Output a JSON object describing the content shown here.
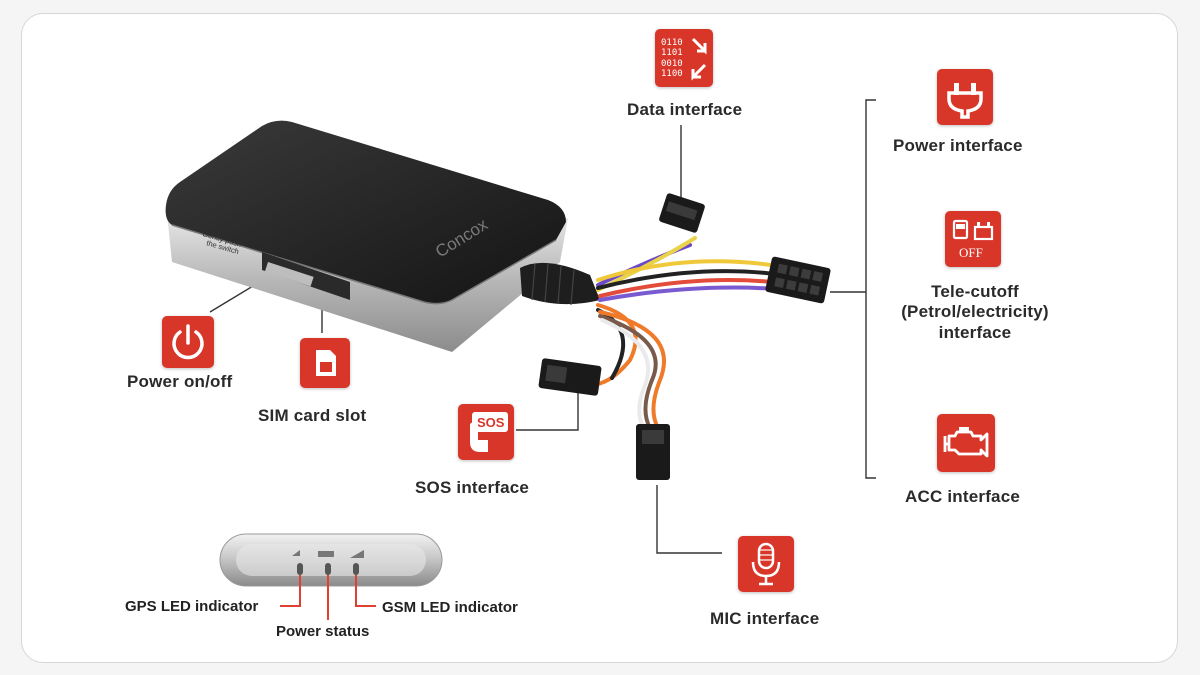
{
  "device": {
    "brand": "Concox",
    "switch_hint": "Gently push the switch"
  },
  "labels": {
    "data_interface": "Data interface",
    "power_interface": "Power interface",
    "tele_cutoff_line1": "Tele-cutoff",
    "tele_cutoff_line2": "(Petrol/electricity)",
    "tele_cutoff_line3": "interface",
    "acc_interface": "ACC interface",
    "mic_interface": "MIC interface",
    "sos_interface": "SOS interface",
    "power_on_off": "Power on/off",
    "sim_card_slot": "SIM card slot",
    "gps_led": "GPS LED indicator",
    "power_status": "Power status",
    "gsm_led": "GSM LED indicator"
  },
  "icons": {
    "data_bits": [
      "0110",
      "1101",
      "0010",
      "1100"
    ],
    "sos_text": "SOS",
    "off_text": "OFF",
    "names": [
      "data-icon",
      "power-plug-icon",
      "fuel-cutoff-icon",
      "engine-icon",
      "microphone-icon",
      "sos-icon",
      "power-button-icon",
      "sim-card-icon"
    ]
  },
  "colors": {
    "icon_red": "#d9362a",
    "device_black": "#1c1c1c",
    "bezel_silver": "#c7c7c7"
  }
}
